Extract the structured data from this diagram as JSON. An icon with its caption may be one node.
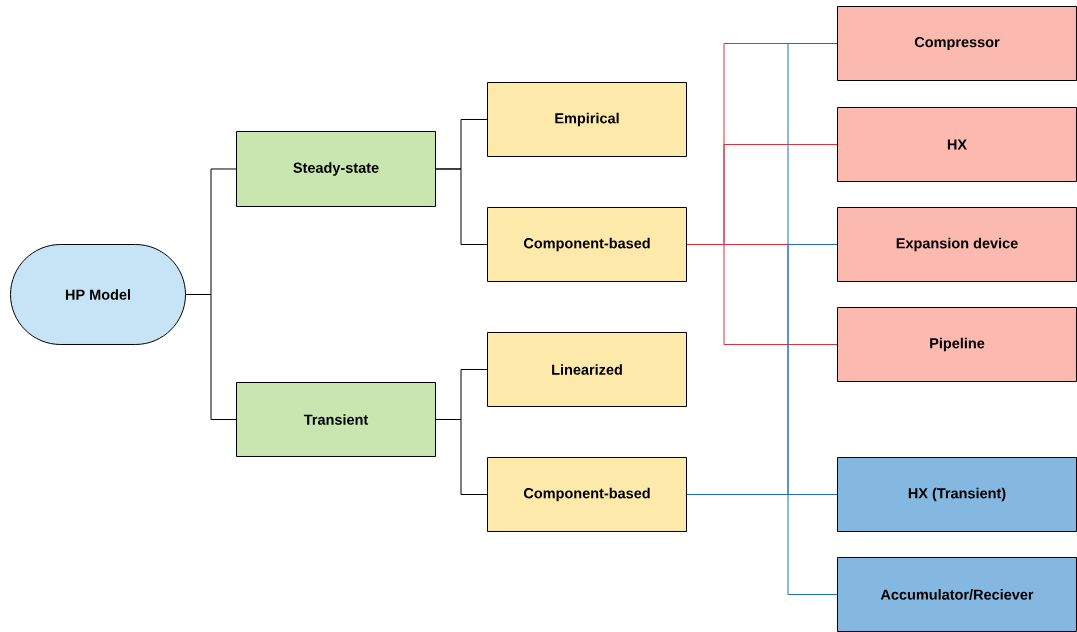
{
  "diagram": {
    "nodes": [
      {
        "text": [
          "HP Model"
        ]
      },
      {
        "text": [
          "Steady-state"
        ]
      },
      {
        "text": [
          "Transient"
        ]
      },
      {
        "text": [
          "Empirical"
        ]
      },
      {
        "text": [
          "Component-based"
        ]
      },
      {
        "text": [
          "Linearized"
        ]
      },
      {
        "text": [
          "Component-based"
        ]
      },
      {
        "text": [
          "Compressor"
        ]
      },
      {
        "text": [
          "HX"
        ]
      },
      {
        "text": [
          "Expansion device"
        ]
      },
      {
        "text": [
          "Pipeline"
        ]
      },
      {
        "text": [
          "HX (Transient)"
        ]
      },
      {
        "text": [
          "Accumulator/Reciever"
        ]
      }
    ],
    "edges": [
      {
        "from": 0,
        "to": 1,
        "arrow": "none"
      },
      {
        "from": 0,
        "to": 2,
        "arrow": "none"
      },
      {
        "from": 1,
        "to": 3,
        "arrow": "none"
      },
      {
        "from": 1,
        "to": 4,
        "arrow": "none"
      },
      {
        "from": 2,
        "to": 5,
        "arrow": "none"
      },
      {
        "from": 2,
        "to": 6,
        "arrow": "none"
      },
      {
        "from": 4,
        "to": 7,
        "arrow": "none",
        "color": "#d9303e"
      },
      {
        "from": 4,
        "to": 8,
        "arrow": "none",
        "color": "#d9303e"
      },
      {
        "from": 4,
        "to": 9,
        "arrow": "none",
        "color": "#d9303e"
      },
      {
        "from": 4,
        "to": 10,
        "arrow": "none",
        "color": "#d9303e"
      },
      {
        "from": 6,
        "to": 7,
        "arrow": "none",
        "color": "#1f72b0"
      },
      {
        "from": 6,
        "to": 9,
        "arrow": "none",
        "color": "#1f72b0"
      },
      {
        "from": 6,
        "to": 11,
        "arrow": "none",
        "color": "#1f72b0"
      },
      {
        "from": 6,
        "to": 12,
        "arrow": "none",
        "color": "#1f72b0"
      }
    ]
  }
}
